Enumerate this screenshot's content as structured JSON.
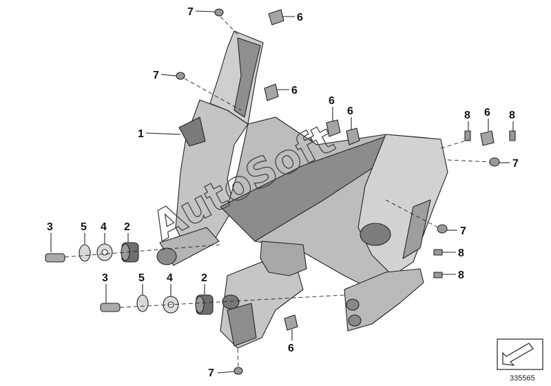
{
  "diagram": {
    "callouts": [
      {
        "id": "c1",
        "label": "1"
      },
      {
        "id": "c2a",
        "label": "2"
      },
      {
        "id": "c2b",
        "label": "2"
      },
      {
        "id": "c3a",
        "label": "3"
      },
      {
        "id": "c3b",
        "label": "3"
      },
      {
        "id": "c4a",
        "label": "4"
      },
      {
        "id": "c4b",
        "label": "4"
      },
      {
        "id": "c5a",
        "label": "5"
      },
      {
        "id": "c5b",
        "label": "5"
      },
      {
        "id": "c6a",
        "label": "6"
      },
      {
        "id": "c6b",
        "label": "6"
      },
      {
        "id": "c6c",
        "label": "6"
      },
      {
        "id": "c6d",
        "label": "6"
      },
      {
        "id": "c6e",
        "label": "6"
      },
      {
        "id": "c6f",
        "label": "6"
      },
      {
        "id": "c7a",
        "label": "7"
      },
      {
        "id": "c7b",
        "label": "7"
      },
      {
        "id": "c7c",
        "label": "7"
      },
      {
        "id": "c7d",
        "label": "7"
      },
      {
        "id": "c7e",
        "label": "7"
      },
      {
        "id": "c8a",
        "label": "8"
      },
      {
        "id": "c8b",
        "label": "8"
      },
      {
        "id": "c8c",
        "label": "8"
      },
      {
        "id": "c8d",
        "label": "8"
      }
    ],
    "watermark": "AutoSoft",
    "reference_number": "335565",
    "colors": {
      "part_fill": "#c9c9c9",
      "part_shade": "#9a9a9a",
      "part_dark": "#6f6f6f",
      "line": "#222222"
    }
  }
}
